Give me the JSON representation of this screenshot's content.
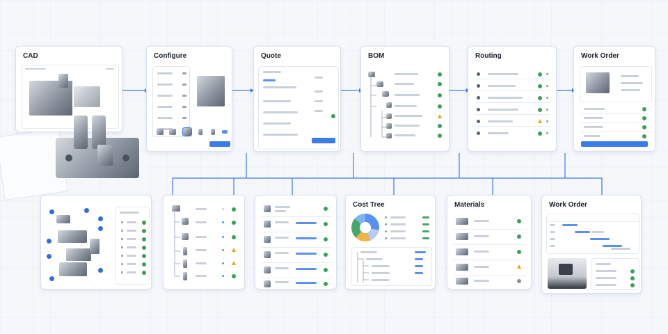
{
  "stages_top": [
    "CAD",
    "Configure",
    "Quote",
    "BOM",
    "Routing",
    "Work Order"
  ],
  "stages_bottom": [
    "Cost Tree",
    "Materials",
    "Work Order"
  ],
  "colors": {
    "accent": "#3b7ce8",
    "ok": "#3aa055",
    "warn": "#f0a020",
    "connector": "#3b7ce8"
  },
  "icons": [
    "check-icon",
    "warning-icon",
    "arrow-right-icon",
    "part-thumbnail-icon"
  ]
}
